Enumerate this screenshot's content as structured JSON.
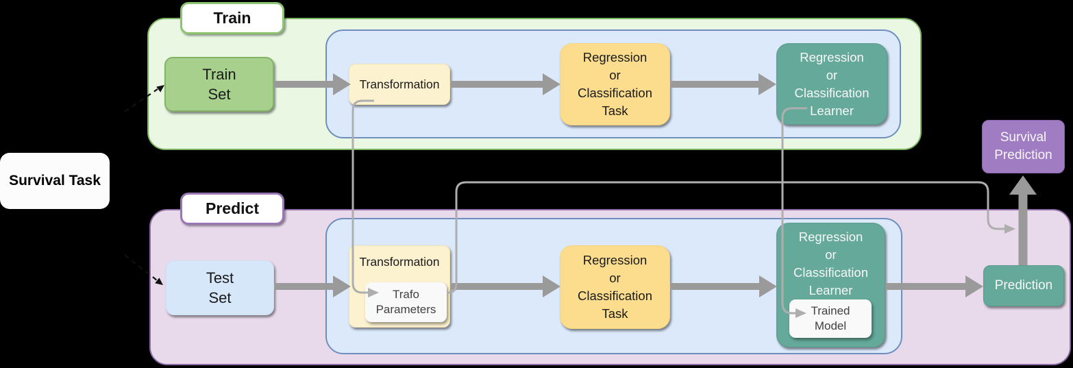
{
  "diagram_type": "pipeline-flow-diagram",
  "nodes": {
    "survival_task": "Survival Task",
    "survival_prediction": "Survival\nPrediction"
  },
  "train": {
    "label": "Train",
    "train_set": "Train\nSet",
    "transformation": "Transformation",
    "task": "Regression\nor\nClassification\nTask",
    "learner": "Regression\nor\nClassification\nLearner"
  },
  "predict": {
    "label": "Predict",
    "test_set": "Test\nSet",
    "transformation": "Transformation",
    "trafo_parameters": "Trafo\nParameters",
    "task": "Regression\nor\nClassification\nTask",
    "learner": "Regression\nor\nClassification\nLearner",
    "trained_model": "Trained\nModel",
    "prediction": "Prediction"
  },
  "edges": [
    {
      "from": "survival-task",
      "to": "train-set",
      "style": "dashed-black"
    },
    {
      "from": "survival-task",
      "to": "test-set",
      "style": "dashed-black"
    },
    {
      "from": "train-set",
      "to": "train-transformation",
      "style": "thick-grey"
    },
    {
      "from": "train-transformation",
      "to": "train-task",
      "style": "thick-grey"
    },
    {
      "from": "train-task",
      "to": "train-learner",
      "style": "thick-grey"
    },
    {
      "from": "train-transformation",
      "to": "trafo-parameters",
      "style": "thin-grey"
    },
    {
      "from": "train-learner",
      "to": "trained-model",
      "style": "thin-grey"
    },
    {
      "from": "test-set",
      "to": "predict-transformation",
      "style": "thick-grey"
    },
    {
      "from": "predict-transformation",
      "to": "predict-task",
      "style": "thick-grey"
    },
    {
      "from": "predict-task",
      "to": "predict-learner",
      "style": "thick-grey"
    },
    {
      "from": "predict-learner",
      "to": "prediction",
      "style": "thick-grey"
    },
    {
      "from": "prediction",
      "to": "survival-prediction",
      "style": "thick-grey"
    },
    {
      "from": "trafo-parameters",
      "to": "prediction-to-survival-arrow",
      "style": "thin-grey"
    }
  ],
  "colors": {
    "background": "#000000",
    "green_container_fill": "#e9f7e3",
    "green_border": "#7cb45f",
    "train_set_fill": "#a7d08d",
    "blue_container_fill": "#dbe9fb",
    "blue_border": "#6e8ebf",
    "test_set_fill": "#d7e7fa",
    "cream_fill": "#fdf2d0",
    "yellow_fill": "#fbdd8d",
    "teal_fill": "#64a99a",
    "purple_container_fill": "#e8daeb",
    "purple_border": "#8e6ba7",
    "purple_node_fill": "#a07dc2",
    "white_node_fill": "#fcfcfc",
    "sub_node_fill": "#f9f9f9",
    "thick_arrow": "#9a9a9a",
    "thin_arrow": "#aeaeae",
    "dashed_arrow": "#111111"
  }
}
